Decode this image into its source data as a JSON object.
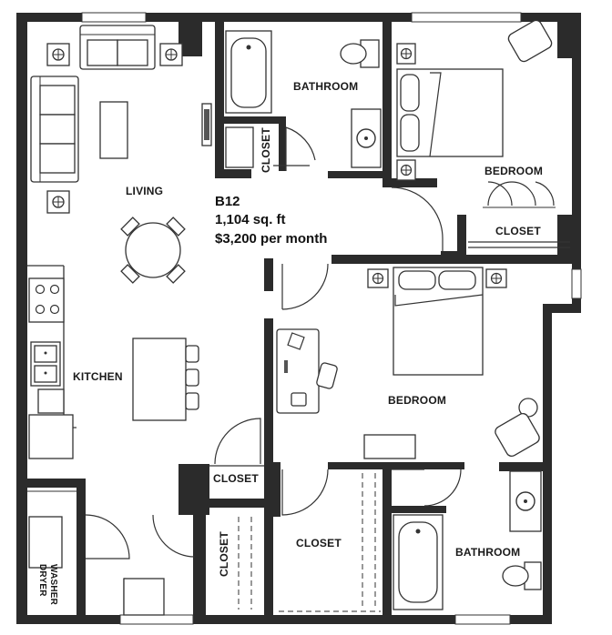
{
  "unit": {
    "name": "B12",
    "area": "1,104 sq. ft",
    "rent": "$3,200 per month"
  },
  "rooms": {
    "living": "LIVING",
    "kitchen": "KITCHEN",
    "bathroom_top": "BATHROOM",
    "bedroom_top": "BEDROOM",
    "closet_top_right": "CLOSET",
    "closet_bath": "CLOSET",
    "bedroom_main": "BEDROOM",
    "closet_hall": "CLOSET",
    "closet_vertical": "CLOSET",
    "closet_walkin": "CLOSET",
    "bathroom_bottom": "BATHROOM",
    "laundry_line1": "WASHER",
    "laundry_line2": "DRYER"
  },
  "colors": {
    "wall": "#2b2b2b",
    "line": "#333333",
    "background": "#ffffff"
  }
}
